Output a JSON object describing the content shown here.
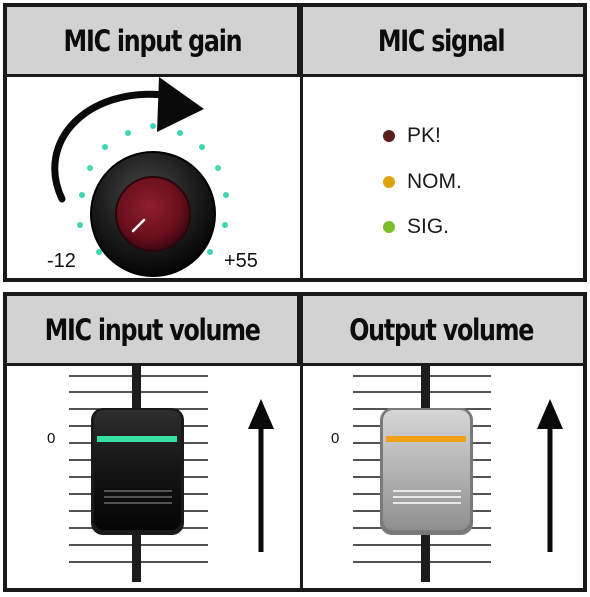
{
  "gain_panel": {
    "title": "MIC input gain",
    "min_label": "-12",
    "max_label": "+55"
  },
  "signal_panel": {
    "title": "MIC signal",
    "items": [
      {
        "label": "PK!",
        "color": "#5a1e1c"
      },
      {
        "label": "NOM.",
        "color": "#e0a10f"
      },
      {
        "label": "SIG.",
        "color": "#7cbd2c"
      }
    ]
  },
  "mic_volume_panel": {
    "title": "MIC input volume",
    "zero_label": "0",
    "indicator_color": "#37e0a2"
  },
  "output_volume_panel": {
    "title": "Output volume",
    "zero_label": "0",
    "indicator_color": "#f1a017"
  }
}
